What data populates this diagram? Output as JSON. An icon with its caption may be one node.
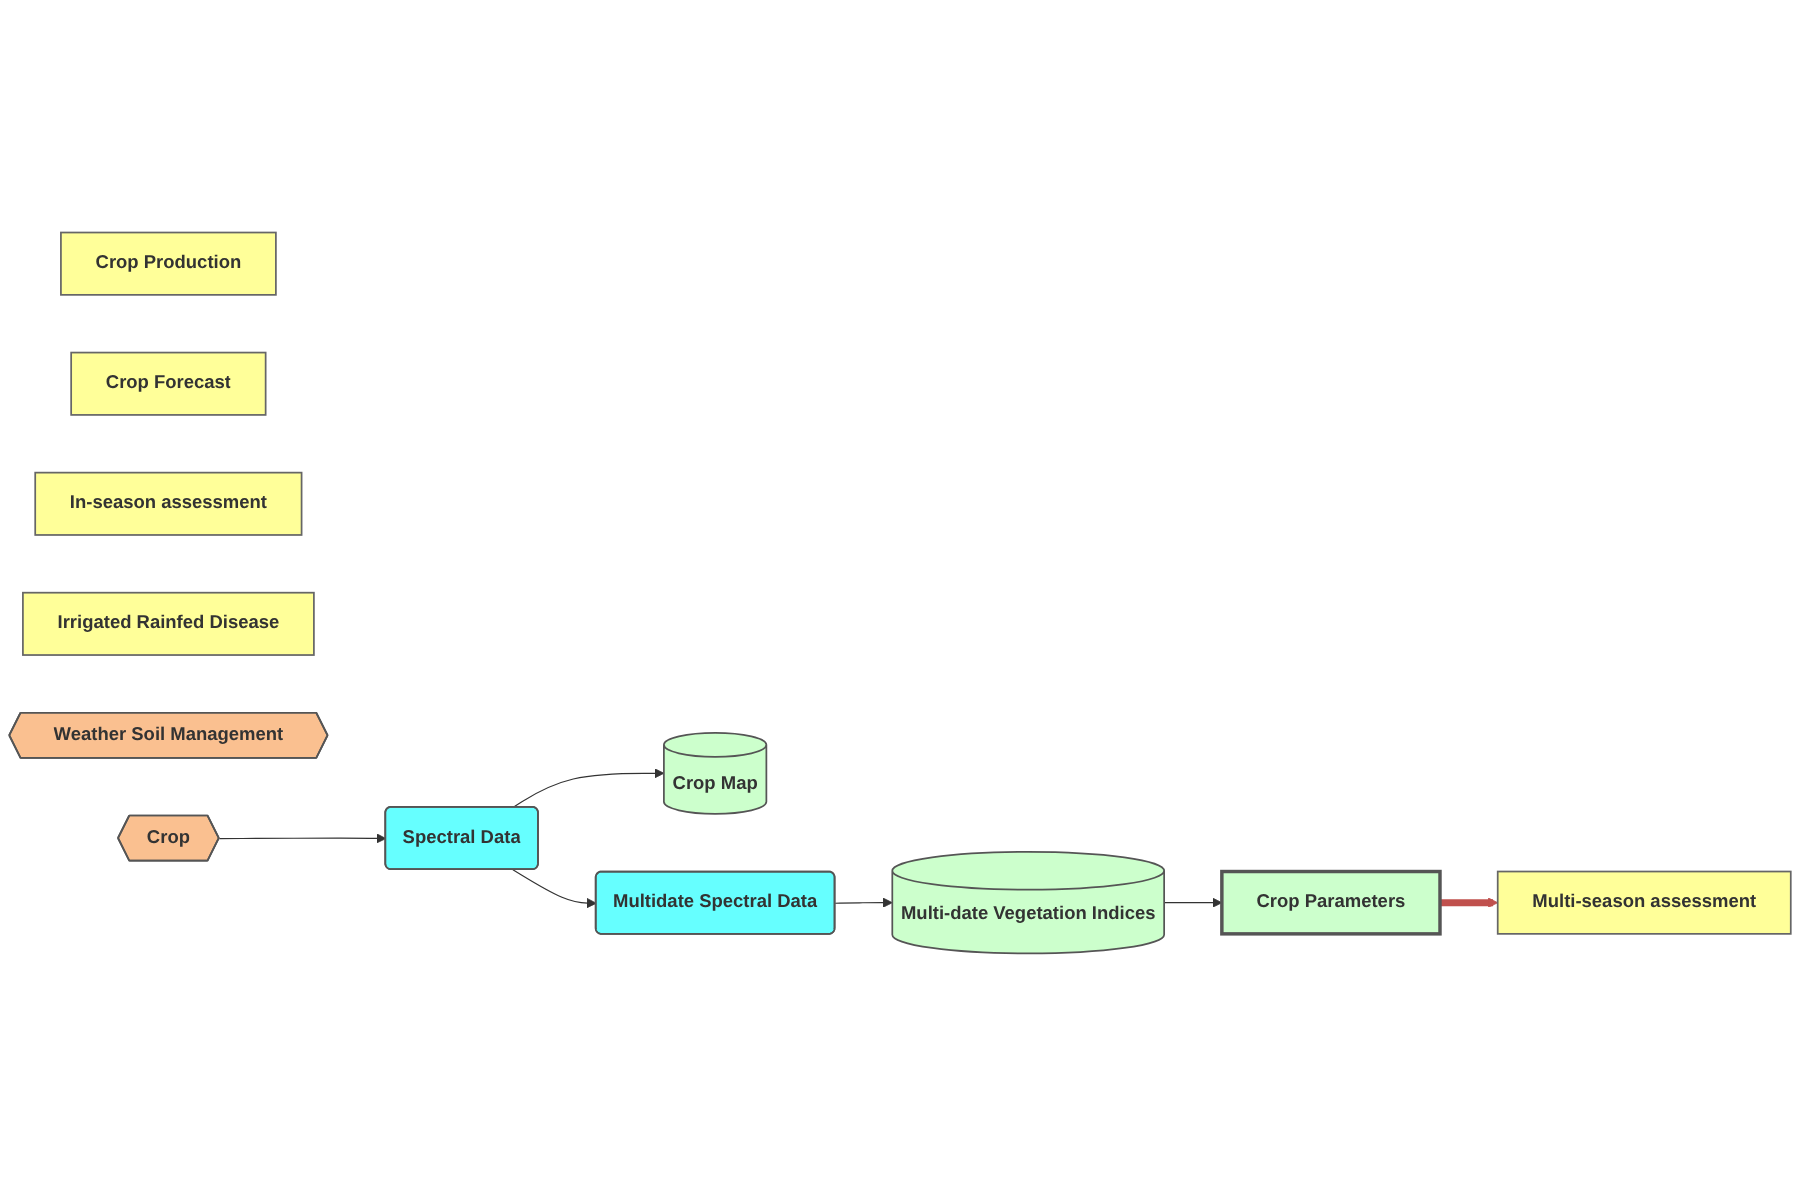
{
  "diagram": {
    "nodes": [
      {
        "text": [
          "Crop Production"
        ]
      },
      {
        "text": [
          "Crop Forecast"
        ]
      },
      {
        "text": [
          "Multi-season assessment"
        ]
      },
      {
        "text": [
          "Crop Parameters"
        ]
      },
      {
        "text": [
          "In-season assessment"
        ]
      },
      {
        "text": [
          "Multi-date Vegetation Indices"
        ]
      },
      {
        "text": [
          "Crop Map"
        ]
      },
      {
        "text": [
          "Irrigated Rainfed Disease"
        ]
      },
      {
        "text": [
          "Spectral Data"
        ]
      },
      {
        "text": [
          "Multidate Spectral Data"
        ]
      },
      {
        "text": [
          "Weather Soil Management"
        ]
      },
      {
        "text": [
          "Crop"
        ]
      }
    ],
    "edges": [
      {
        "from": 11,
        "to": 8,
        "arrow": "to"
      },
      {
        "from": 8,
        "to": 9,
        "arrow": "to"
      },
      {
        "from": 8,
        "to": 6,
        "arrow": "to"
      },
      {
        "from": 9,
        "to": 5,
        "arrow": "to"
      },
      {
        "from": 5,
        "to": 3,
        "arrow": "to"
      },
      {
        "from": 3,
        "to": 2,
        "arrow": "to",
        "style": "thick",
        "color": "#c0504d"
      }
    ]
  }
}
